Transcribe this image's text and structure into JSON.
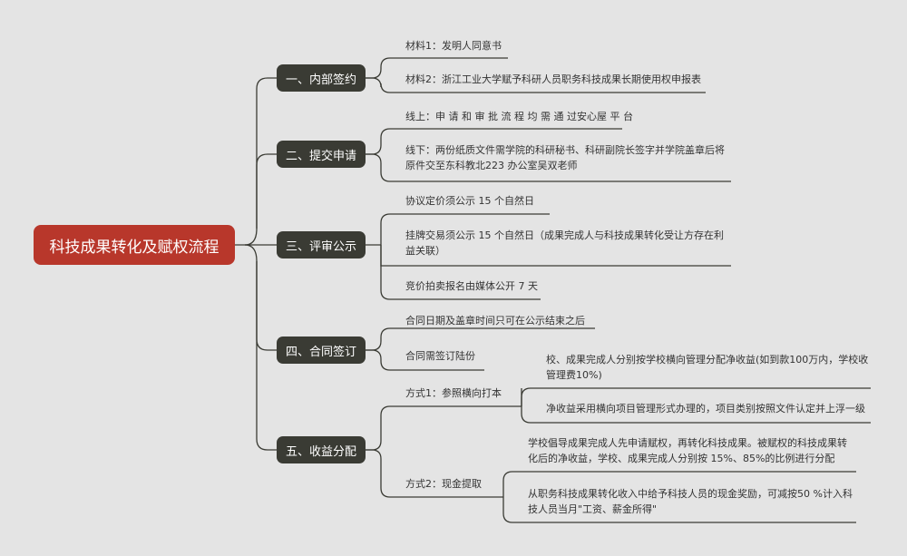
{
  "root": "科技成果转化及赋权流程",
  "branches": [
    {
      "label": "一、内部签约",
      "items": [
        "材料1：发明人同意书",
        "材料2：浙江工业大学赋予科研人员职务科技成果长期使用权申报表"
      ]
    },
    {
      "label": "二、提交申请",
      "items": [
        "线上：申 请 和 审 批 流 程 均 需 通 过安心屋 平 台",
        "线下：两份纸质文件需学院的科研秘书、科研副院长签字并学院盖章后将原件交至东科教北223 办公室吴双老师"
      ]
    },
    {
      "label": "三、评审公示",
      "items": [
        "协议定价须公示 15 个自然日",
        "挂牌交易须公示 15 个自然日（成果完成人与科技成果转化受让方存在利益关联）",
        "竞价拍卖报名由媒体公开 7 天"
      ]
    },
    {
      "label": "四、合同签订",
      "items": [
        "合同日期及盖章时间只可在公示结束之后",
        "合同需签订陆份"
      ]
    },
    {
      "label": "五、收益分配",
      "methods": [
        {
          "label": "方式1：参照横向打本",
          "details": [
            "校、成果完成人分别按学校横向管理分配净收益(如到款100万内，学校收管理费10%)",
            "净收益采用横向项目管理形式办理的，项目类别按照文件认定并上浮一级"
          ]
        },
        {
          "label": "方式2：现金提取",
          "details": [
            "学校倡导成果完成人先申请赋权，再转化科技成果。被赋权的科技成果转化后的净收益，学校、成果完成人分别按 15%、85%的比例进行分配",
            "从职务科技成果转化收入中给予科技人员的现金奖励，可减按50 %计入科技人员当月\"工资、薪金所得\""
          ]
        }
      ]
    }
  ]
}
